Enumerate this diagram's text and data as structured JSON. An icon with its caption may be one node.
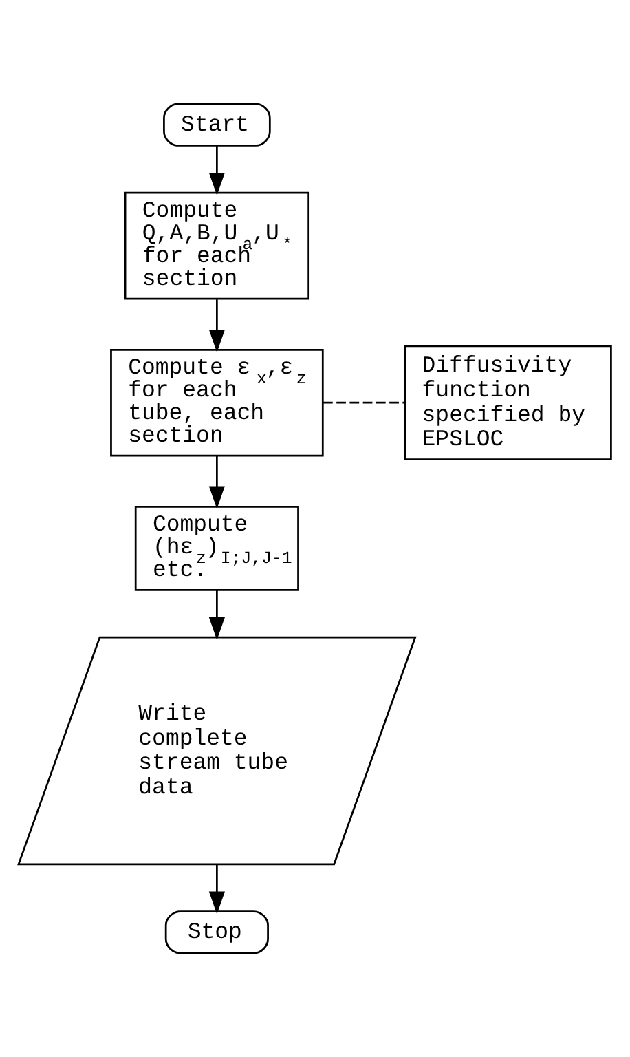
{
  "diagram": {
    "nodes": [
      {
        "text": [
          "Start"
        ]
      },
      {
        "text": [
          "Compute Q,A,B,U$_{a}$,U$_{*}$ for each section"
        ]
      },
      {
        "text": [
          "Compute ε$_{x}$,ε$_{z}$ for each tube, each section"
        ]
      },
      {
        "text": [
          "Diffusivity function specified by EPSLOC"
        ]
      },
      {
        "text": [
          "Compute (hε$_{z}$)$_{I;J,J-1}$ etc."
        ]
      },
      {
        "text": [
          "Write complete stream tube data"
        ]
      },
      {
        "text": [
          "Stop"
        ]
      }
    ],
    "edges": [
      {
        "from": 0,
        "to": 1,
        "arrow": "to"
      },
      {
        "from": 1,
        "to": 2,
        "arrow": "to"
      },
      {
        "from": 2,
        "to": 3,
        "arrow": "none",
        "style": "dashed"
      },
      {
        "from": 2,
        "to": 4,
        "arrow": "to"
      },
      {
        "from": 4,
        "to": 5,
        "arrow": "to"
      },
      {
        "from": 5,
        "to": 6,
        "arrow": "to"
      }
    ]
  }
}
